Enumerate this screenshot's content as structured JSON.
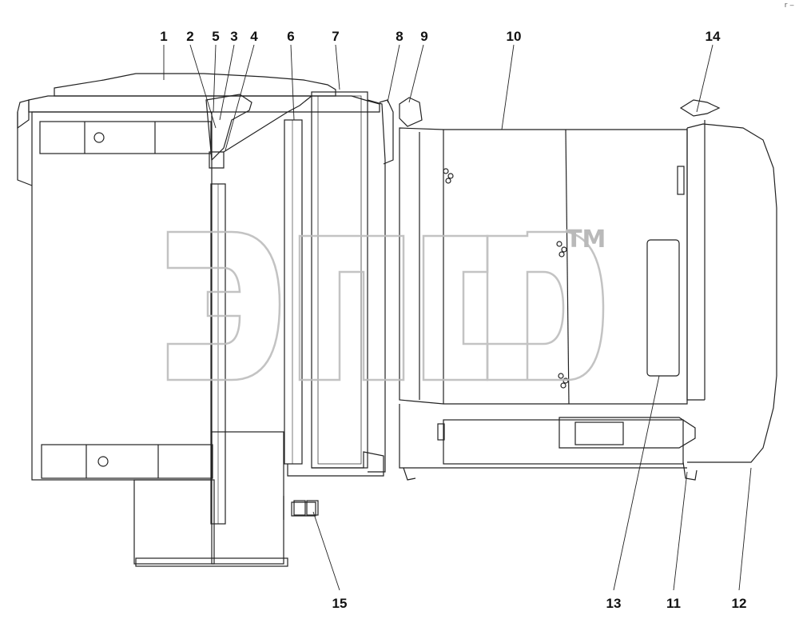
{
  "callouts": [
    {
      "id": "1",
      "text": "1"
    },
    {
      "id": "2",
      "text": "2"
    },
    {
      "id": "5",
      "text": "5"
    },
    {
      "id": "3",
      "text": "3"
    },
    {
      "id": "4",
      "text": "4"
    },
    {
      "id": "6",
      "text": "6"
    },
    {
      "id": "7",
      "text": "7"
    },
    {
      "id": "8",
      "text": "8"
    },
    {
      "id": "9",
      "text": "9"
    },
    {
      "id": "10",
      "text": "10"
    },
    {
      "id": "14",
      "text": "14"
    },
    {
      "id": "15",
      "text": "15"
    },
    {
      "id": "13",
      "text": "13"
    },
    {
      "id": "11",
      "text": "11"
    },
    {
      "id": "12",
      "text": "12"
    }
  ],
  "watermark": {
    "mark": "ЭПФ",
    "tm": "TM"
  },
  "corner_mark": "r ‒"
}
